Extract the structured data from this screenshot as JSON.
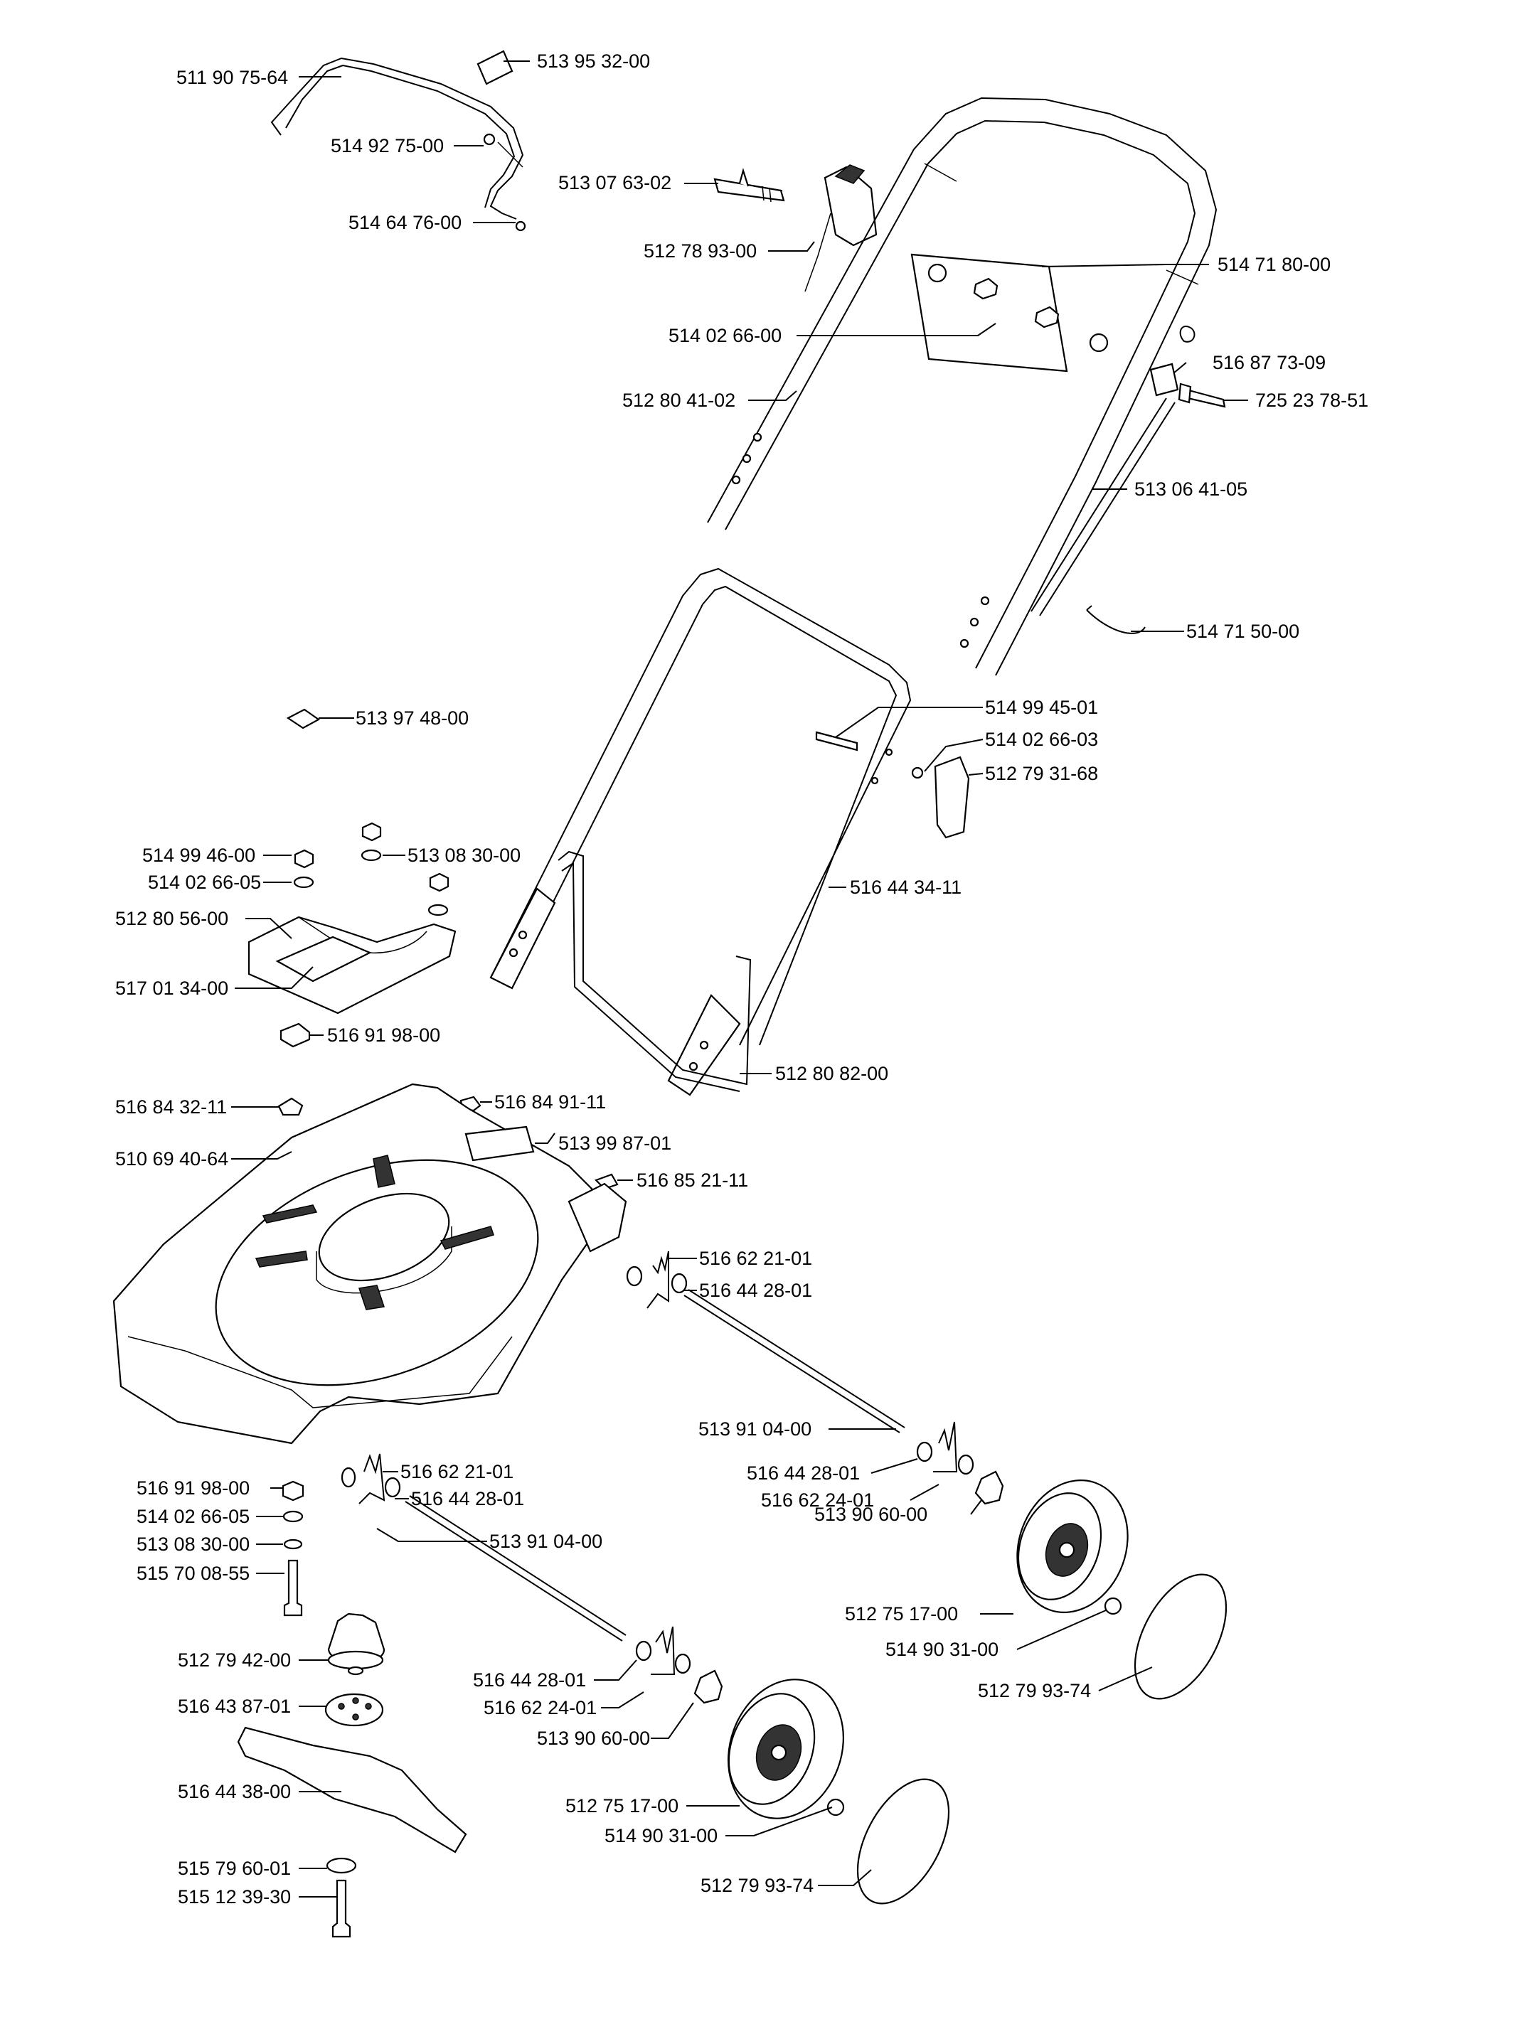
{
  "labels": [
    {
      "id": "l01",
      "text": "511 90 75-64"
    },
    {
      "id": "l02",
      "text": "513 95 32-00"
    },
    {
      "id": "l03",
      "text": "514 92 75-00"
    },
    {
      "id": "l04",
      "text": "514 64 76-00"
    },
    {
      "id": "l05",
      "text": "513 07 63-02"
    },
    {
      "id": "l06",
      "text": "512 78 93-00"
    },
    {
      "id": "l07",
      "text": "514 71 80-00"
    },
    {
      "id": "l08",
      "text": "514 02 66-00"
    },
    {
      "id": "l09",
      "text": "516 87 73-09"
    },
    {
      "id": "l10",
      "text": "512 80 41-02"
    },
    {
      "id": "l11",
      "text": "725 23 78-51"
    },
    {
      "id": "l12",
      "text": "513 06 41-05"
    },
    {
      "id": "l13",
      "text": "514 71 50-00"
    },
    {
      "id": "l14",
      "text": "513 97 48-00"
    },
    {
      "id": "l15",
      "text": "514 99 45-01"
    },
    {
      "id": "l16",
      "text": "514 02 66-03"
    },
    {
      "id": "l17",
      "text": "512 79 31-68"
    },
    {
      "id": "l18",
      "text": "514 99 46-00"
    },
    {
      "id": "l19",
      "text": "513 08 30-00"
    },
    {
      "id": "l20",
      "text": "514 02 66-05"
    },
    {
      "id": "l21",
      "text": "516 44 34-11"
    },
    {
      "id": "l22",
      "text": "512 80 56-00"
    },
    {
      "id": "l23",
      "text": "517 01 34-00"
    },
    {
      "id": "l24",
      "text": "516 91 98-00"
    },
    {
      "id": "l25",
      "text": "512 80 82-00"
    },
    {
      "id": "l26",
      "text": "516 84 32-11"
    },
    {
      "id": "l27",
      "text": "516 84 91-11"
    },
    {
      "id": "l28",
      "text": "513 99 87-01"
    },
    {
      "id": "l29",
      "text": "510 69 40-64"
    },
    {
      "id": "l30",
      "text": "516 85 21-11"
    },
    {
      "id": "l31",
      "text": "516 62 21-01"
    },
    {
      "id": "l32",
      "text": "516 44 28-01"
    },
    {
      "id": "l33",
      "text": "513 91 04-00"
    },
    {
      "id": "l34",
      "text": "516 44 28-01"
    },
    {
      "id": "l35",
      "text": "516 62 24-01"
    },
    {
      "id": "l36",
      "text": "513 90 60-00"
    },
    {
      "id": "l37",
      "text": "516 62 21-01"
    },
    {
      "id": "l38",
      "text": "516 91 98-00"
    },
    {
      "id": "l39",
      "text": "516 44 28-01"
    },
    {
      "id": "l40",
      "text": "514 02 66-05"
    },
    {
      "id": "l41",
      "text": "513 08 30-00"
    },
    {
      "id": "l42",
      "text": "513 91 04-00"
    },
    {
      "id": "l43",
      "text": "515 70 08-55"
    },
    {
      "id": "l44",
      "text": "512 75 17-00"
    },
    {
      "id": "l45",
      "text": "514 90 31-00"
    },
    {
      "id": "l46",
      "text": "512 79 42-00"
    },
    {
      "id": "l47",
      "text": "512 79 93-74"
    },
    {
      "id": "l48",
      "text": "516 44 28-01"
    },
    {
      "id": "l49",
      "text": "516 62 24-01"
    },
    {
      "id": "l50",
      "text": "516 43 87-01"
    },
    {
      "id": "l51",
      "text": "513 90 60-00"
    },
    {
      "id": "l52",
      "text": "516 44 38-00"
    },
    {
      "id": "l53",
      "text": "512 75 17-00"
    },
    {
      "id": "l54",
      "text": "514 90 31-00"
    },
    {
      "id": "l55",
      "text": "515 79 60-01"
    },
    {
      "id": "l56",
      "text": "512 79 93-74"
    },
    {
      "id": "l57",
      "text": "515 12 39-30"
    }
  ]
}
